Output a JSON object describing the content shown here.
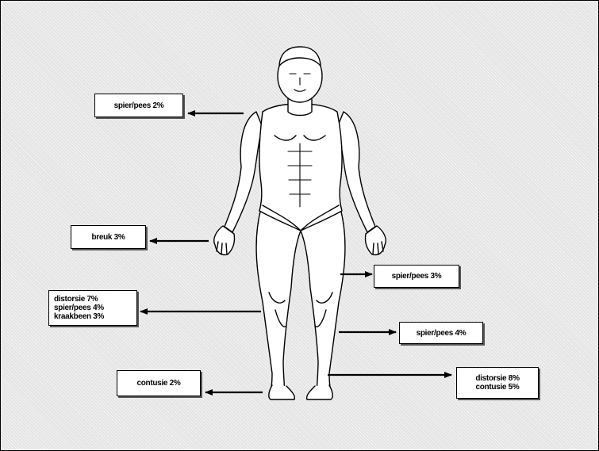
{
  "labels": {
    "shoulder": [
      "spier/pees 2%"
    ],
    "hand": [
      "breuk 3%"
    ],
    "thigh": [
      "spier/pees 3%"
    ],
    "knee": [
      "distorsie 7%",
      "spier/pees 4%",
      "kraakbeen 3%"
    ],
    "shin": [
      "spier/pees 4%"
    ],
    "foot_left": [
      "contusie 2%"
    ],
    "foot_right": [
      "distorsie 8%",
      "contusie 5%"
    ]
  }
}
